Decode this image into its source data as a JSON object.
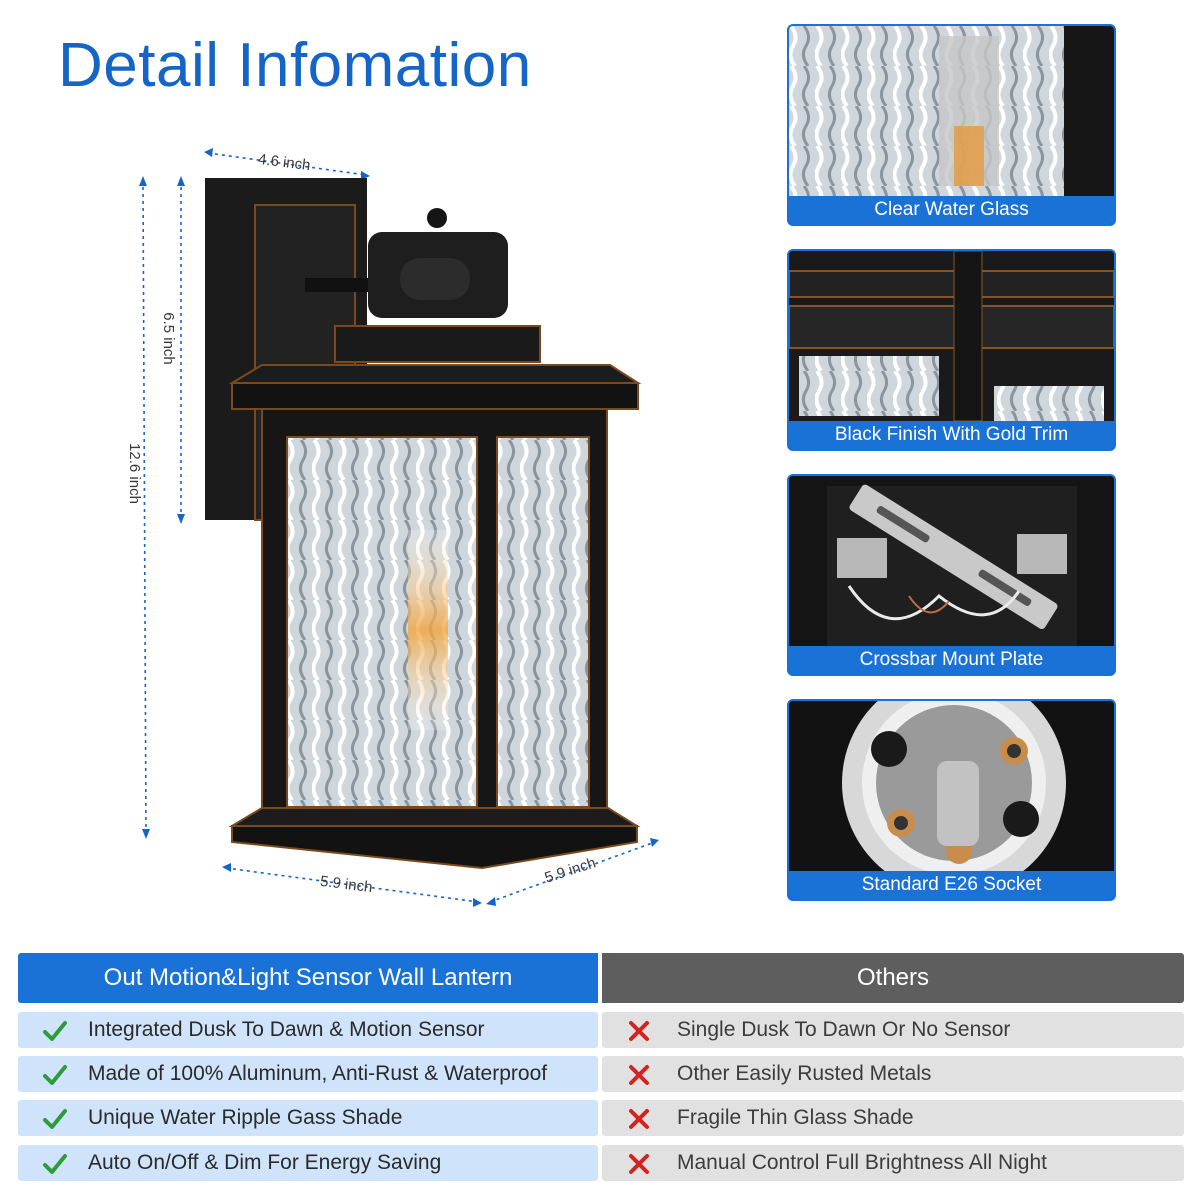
{
  "title": "Detail Infomation",
  "dimensions": {
    "width_top": "4.6 inch",
    "backplate_height": "6.5 inch",
    "total_height": "12.6 inch",
    "base_width": "5.9 inch",
    "base_depth": "5.9 inch"
  },
  "detail_cards": [
    {
      "caption": "Clear Water Glass"
    },
    {
      "caption": "Black Finish With Gold Trim"
    },
    {
      "caption": "Crossbar Mount Plate"
    },
    {
      "caption": "Standard E26 Socket"
    }
  ],
  "comparison": {
    "ours_header": "Out Motion&Light Sensor Wall Lantern",
    "others_header": "Others",
    "ours": [
      "Integrated Dusk To Dawn & Motion Sensor",
      "Made of 100% Aluminum, Anti-Rust & Waterproof",
      "Unique Water Ripple Gass Shade",
      "Auto On/Off & Dim For Energy Saving"
    ],
    "others": [
      "Single Dusk To Dawn Or No Sensor",
      "Other Easily Rusted Metals",
      "Fragile Thin Glass Shade",
      "Manual Control Full Brightness All Night"
    ]
  },
  "colors": {
    "accent_blue": "#1a72d6",
    "check_green": "#2e9b3a",
    "cross_red": "#d32222",
    "others_gray": "#5e5e5e"
  },
  "icons": {
    "ours_row": "checkmark-icon",
    "others_row": "cross-icon"
  }
}
